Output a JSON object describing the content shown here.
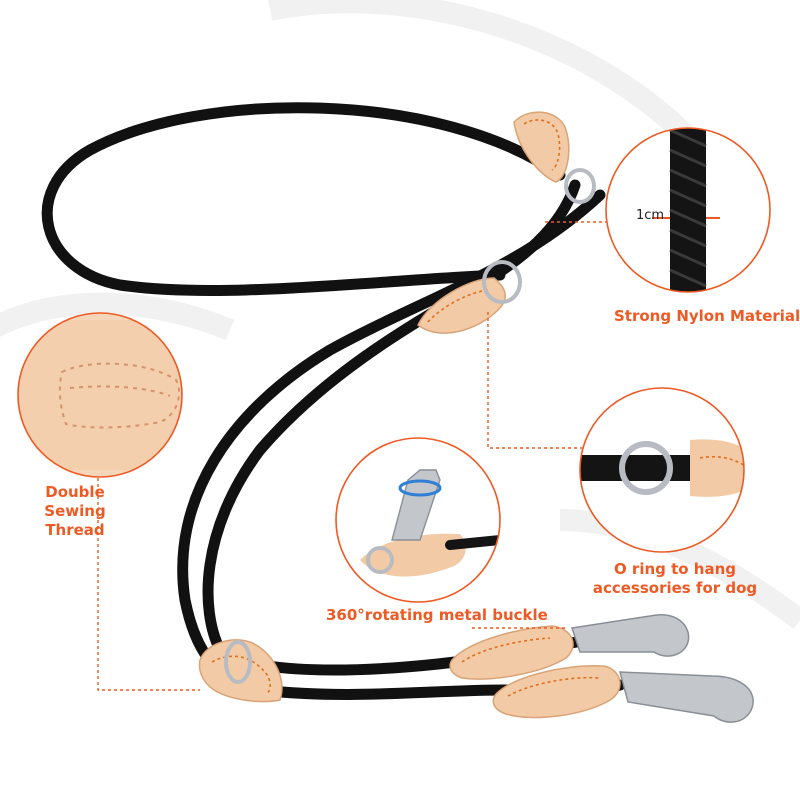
{
  "colors": {
    "accent": "#ee5a24",
    "rope": "#111111",
    "leather": "#f2cba6",
    "stitch": "#e0701e",
    "metal": "#b8bcc2"
  },
  "callouts": {
    "material_width": "1cm",
    "material": "Strong Nylon Material",
    "thread_line1": "Double",
    "thread_line2": "Sewing",
    "thread_line3": "Thread",
    "buckle": "360°rotating metal buckle",
    "oring_line1": "O ring to hang",
    "oring_line2": "accessories for dog"
  }
}
